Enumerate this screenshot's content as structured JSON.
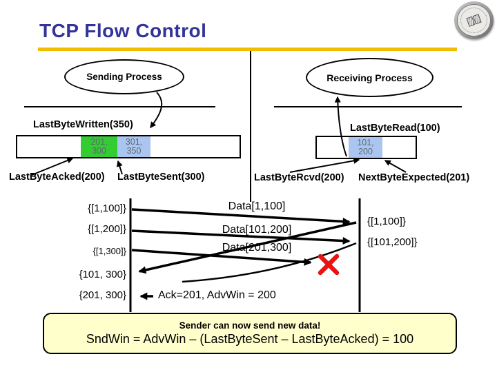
{
  "slide": {
    "title": "TCP Flow Control"
  },
  "sender_side": {
    "process": "Sending Process",
    "buffer_label": "LastByteWritten(350)",
    "acked_cell_line1": "201,",
    "acked_cell_line2": "300",
    "sent_cell_line1": "301,",
    "sent_cell_line2": "350",
    "pointer_acked": "LastByteAcked(200)",
    "pointer_sent": "LastByteSent(300)"
  },
  "receiver_side": {
    "process": "Receiving Process",
    "buffer_label": "LastByteRead(100)",
    "rcvd_cell_line1": "101,",
    "rcvd_cell_line2": "200",
    "pointer_rcvd": "LastByteRcvd(200)",
    "pointer_next": "NextByteExpected(201)"
  },
  "sequence": {
    "sender_windows": [
      "{[1,100]}",
      "{[1,200]}",
      "{[1,300]}",
      "{101, 300}",
      "{201, 300}"
    ],
    "data_segments": [
      "Data[1,100]",
      "Data[101,200]",
      "Data[201,300]"
    ],
    "receiver_acks": [
      "{[1,100]}",
      "{[101,200]}"
    ],
    "ack_note": "Ack=201, AdvWin = 200"
  },
  "footer": {
    "line1": "Sender can now send new data!",
    "line2": "SndWin = AdvWin – (LastByteSent – LastByteAcked) = 100"
  },
  "colors": {
    "title_blue": "#333399",
    "rule_gold": "#F0BD00",
    "acked_green": "#33CC33",
    "window_blue": "#AAC6F0",
    "lost_red": "#E91313",
    "footer_yellow": "#FFFFCC"
  }
}
